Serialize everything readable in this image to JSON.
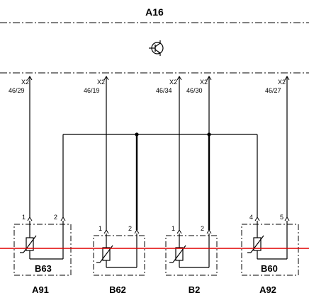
{
  "module": {
    "name": "A16"
  },
  "connectors": [
    {
      "id": "x2-46-29",
      "code": "X2",
      "pin": "46/29"
    },
    {
      "id": "x2-46-19",
      "code": "X2",
      "pin": "46/19"
    },
    {
      "id": "x2-46-34",
      "code": "X2",
      "pin": "46/34"
    },
    {
      "id": "x2-46-30",
      "code": "X2",
      "pin": "46/30"
    },
    {
      "id": "x2-46-27",
      "code": "X2",
      "pin": "46/27"
    }
  ],
  "components": [
    {
      "id": "b63",
      "name": "B63",
      "group": "A91",
      "pins": [
        "1",
        "2"
      ]
    },
    {
      "id": "b62",
      "name": "B62",
      "group": "",
      "pins": [
        "1",
        "2"
      ]
    },
    {
      "id": "b2",
      "name": "B2",
      "group": "",
      "pins": [
        "1",
        "2"
      ]
    },
    {
      "id": "b60",
      "name": "B60",
      "group": "A92",
      "pins": [
        "4",
        "5"
      ]
    }
  ],
  "bottom_labels": [
    "A91",
    "B62",
    "B2",
    "A92"
  ],
  "colors": {
    "line": "#000000",
    "cut_line": "#e00000",
    "background": "#ffffff"
  },
  "icons": [
    "transistor-icon",
    "ntc-thermistor-icon"
  ]
}
